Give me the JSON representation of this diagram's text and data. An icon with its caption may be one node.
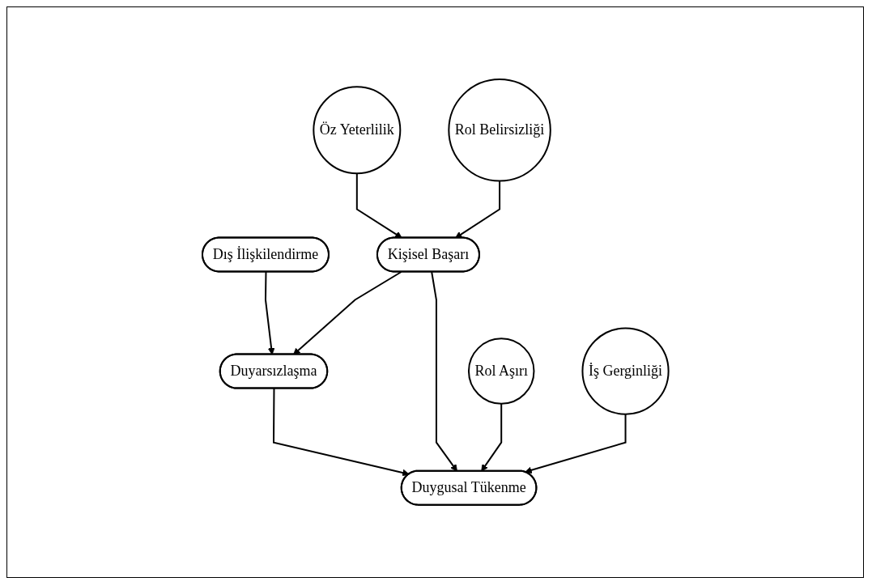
{
  "diagram": {
    "nodes": [
      {
        "text": [
          "Dış İlişkilendirme"
        ]
      },
      {
        "text": [
          "Duyarsızlaşma"
        ]
      },
      {
        "text": [
          "Duygusal Tükenme"
        ]
      },
      {
        "text": [
          "Kişisel Başarı"
        ]
      },
      {
        "text": [
          "Rol Aşırı"
        ]
      },
      {
        "text": [
          "İş Gerginliği"
        ]
      },
      {
        "text": [
          "Öz Yeterlilik"
        ]
      },
      {
        "text": [
          "Rol Belirsizliği"
        ]
      }
    ],
    "edges": [
      {
        "from": 0,
        "to": 1,
        "arrow": "to"
      },
      {
        "from": 1,
        "to": 2,
        "arrow": "to"
      },
      {
        "from": 3,
        "to": 1,
        "arrow": "to"
      },
      {
        "from": 3,
        "to": 2,
        "arrow": "to"
      },
      {
        "from": 6,
        "to": 3,
        "arrow": "to"
      },
      {
        "from": 7,
        "to": 3,
        "arrow": "to"
      },
      {
        "from": 4,
        "to": 2,
        "arrow": "to"
      },
      {
        "from": 5,
        "to": 2,
        "arrow": "to"
      }
    ]
  }
}
